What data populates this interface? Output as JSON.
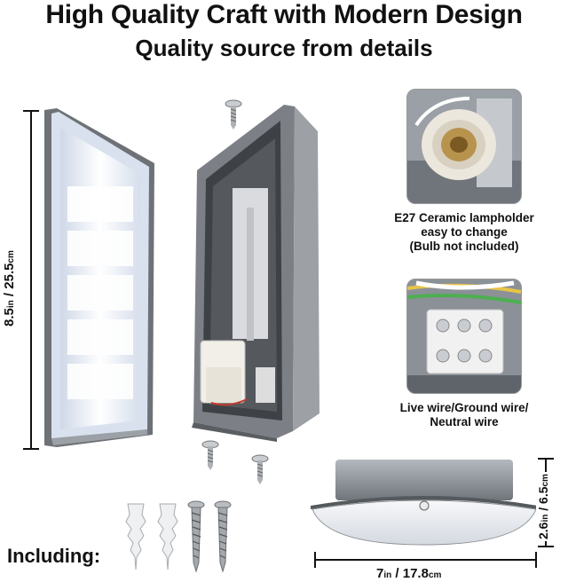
{
  "header": {
    "title": "High Quality Craft with Modern Design",
    "subtitle": "Quality source from details"
  },
  "details": [
    {
      "caption_lines": [
        "E27 Ceramic lampholder",
        "easy to change",
        "(Bulb not included)"
      ]
    },
    {
      "caption_lines": [
        "Live wire/Ground wire/",
        "Neutral wire"
      ]
    }
  ],
  "dimensions": {
    "height": {
      "value_in": "8.5",
      "unit_in": "in",
      "sep": " / ",
      "value_cm": "25.5",
      "unit_cm": "cm"
    },
    "depth": {
      "value_in": "2.6",
      "unit_in": "in",
      "sep": " / ",
      "value_cm": "6.5",
      "unit_cm": "cm"
    },
    "width": {
      "value_in": "7",
      "unit_in": "in",
      "sep": " / ",
      "value_cm": "17.8",
      "unit_cm": "cm"
    }
  },
  "including_label": "Including:",
  "colors": {
    "housing": "#8d9196",
    "housing_dark": "#5f6368",
    "diffuser": "#e9eef7",
    "glow": "#ffffff"
  }
}
